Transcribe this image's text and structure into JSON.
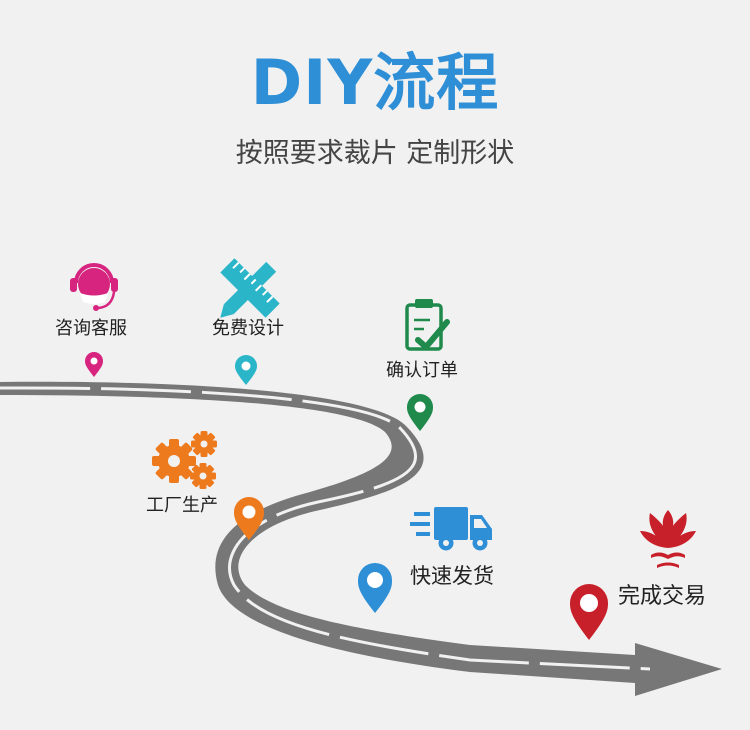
{
  "header": {
    "title": "DIY流程",
    "subtitle": "按照要求裁片 定制形状"
  },
  "steps": [
    {
      "label": "咨询客服",
      "icon": "headset-agent-icon",
      "color": "#d6247f"
    },
    {
      "label": "免费设计",
      "icon": "ruler-pencil-icon",
      "color": "#2bb5c9"
    },
    {
      "label": "确认订单",
      "icon": "clipboard-check-icon",
      "color": "#1f8a4c"
    },
    {
      "label": "工厂生产",
      "icon": "gears-icon",
      "color": "#ee7a1e"
    },
    {
      "label": "快速发货",
      "icon": "delivery-truck-icon",
      "color": "#2e8fd6"
    },
    {
      "label": "完成交易",
      "icon": "lotus-flower-icon",
      "color": "#c8202a"
    }
  ],
  "colors": {
    "road": "#777777",
    "road_marking": "#f1f1f1"
  }
}
